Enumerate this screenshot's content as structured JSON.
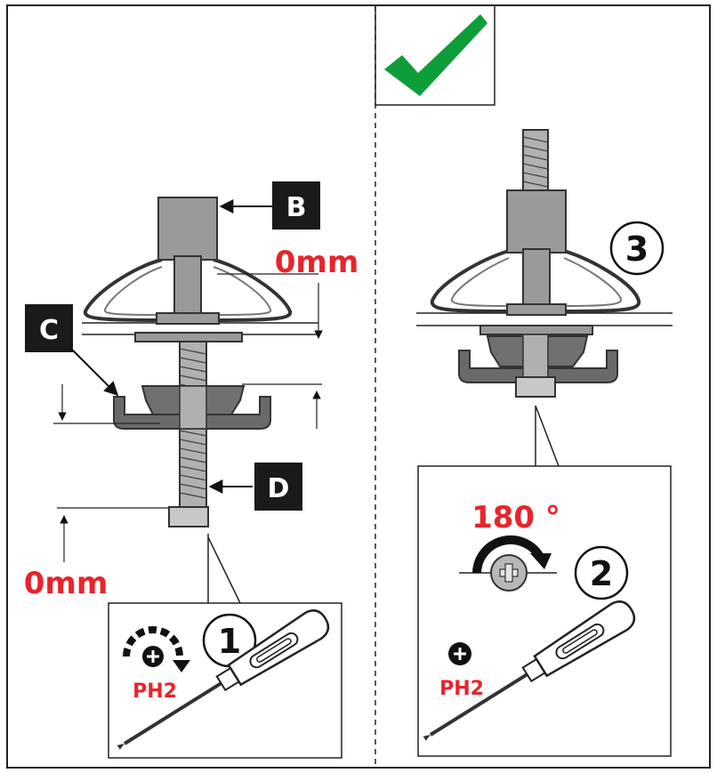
{
  "labels": {
    "B": "B",
    "C": "C",
    "D": "D",
    "top_gap": "0mm",
    "bottom_gap": "0mm",
    "rotation": "180 °"
  },
  "steps": {
    "one": "1",
    "two": "2",
    "three": "3"
  },
  "driver": {
    "left_bit": "PH2",
    "right_bit": "PH2"
  },
  "colors": {
    "accent_red": "#e8242b",
    "check_green": "#0d9e3a",
    "metal_grey": "#9a9a9a",
    "dark_grey": "#5e5e5e",
    "label_box": "#1a1a1a"
  }
}
